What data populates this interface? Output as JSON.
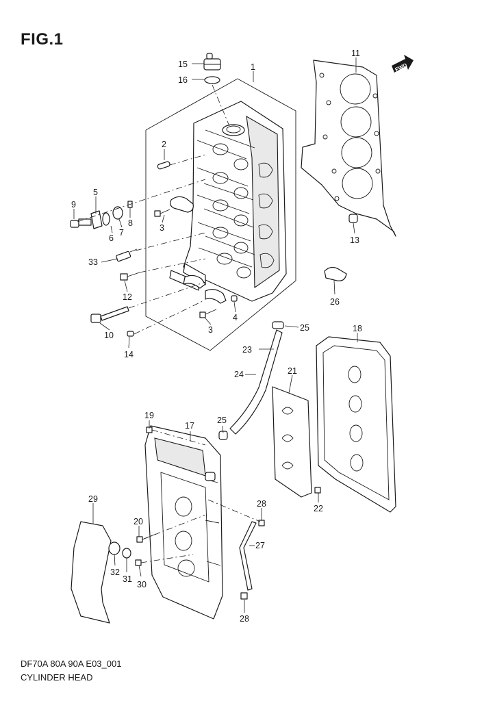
{
  "figure_label": "FIG.1",
  "drawing_code": "DF70A 80A 90A E03_001",
  "caption": "CYLINDER HEAD",
  "fwd_label": "FWD",
  "callouts": [
    "1",
    "2",
    "3",
    "3",
    "4",
    "5",
    "6",
    "7",
    "8",
    "9",
    "10",
    "11",
    "12",
    "13",
    "14",
    "15",
    "16",
    "17",
    "18",
    "19",
    "20",
    "21",
    "22",
    "23",
    "24",
    "25",
    "25",
    "26",
    "27",
    "28",
    "28",
    "29",
    "30",
    "31",
    "32",
    "33"
  ]
}
